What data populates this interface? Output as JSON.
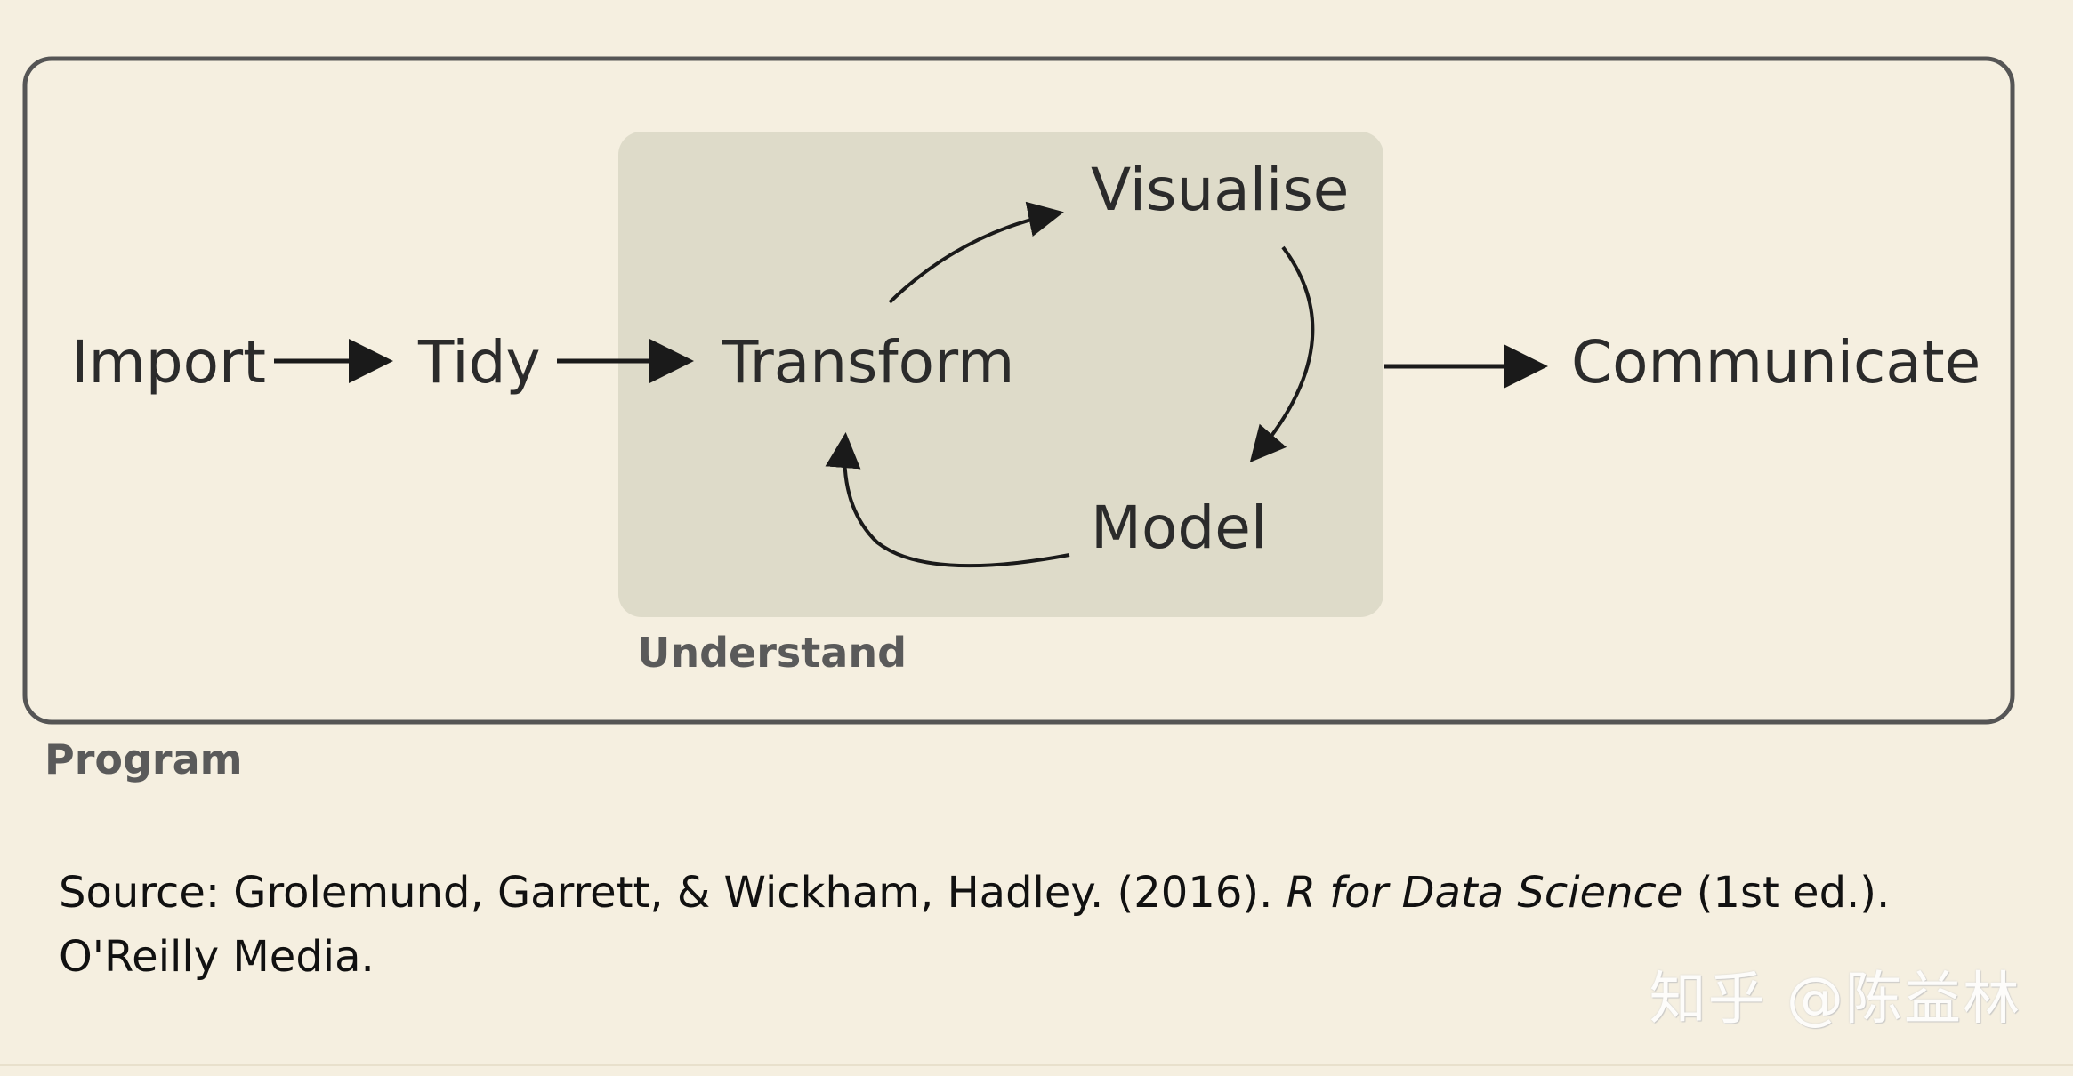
{
  "diagram": {
    "nodes": {
      "import": "Import",
      "tidy": "Tidy",
      "transform": "Transform",
      "visualise": "Visualise",
      "model": "Model",
      "communicate": "Communicate"
    },
    "groups": {
      "understand": "Understand",
      "program": "Program"
    }
  },
  "caption": {
    "prefix": "Source: Grolemund, Garrett, & Wickham, Hadley. (2016). ",
    "title": "R for Data Science",
    "suffix": " (1st ed.).",
    "line2": "O'Reilly Media."
  },
  "watermark": "知乎 @陈益林",
  "colors": {
    "background": "#f5efe0",
    "understand_box": "#dedbc9",
    "program_border": "#555555",
    "arrow": "#1a1a1a"
  }
}
